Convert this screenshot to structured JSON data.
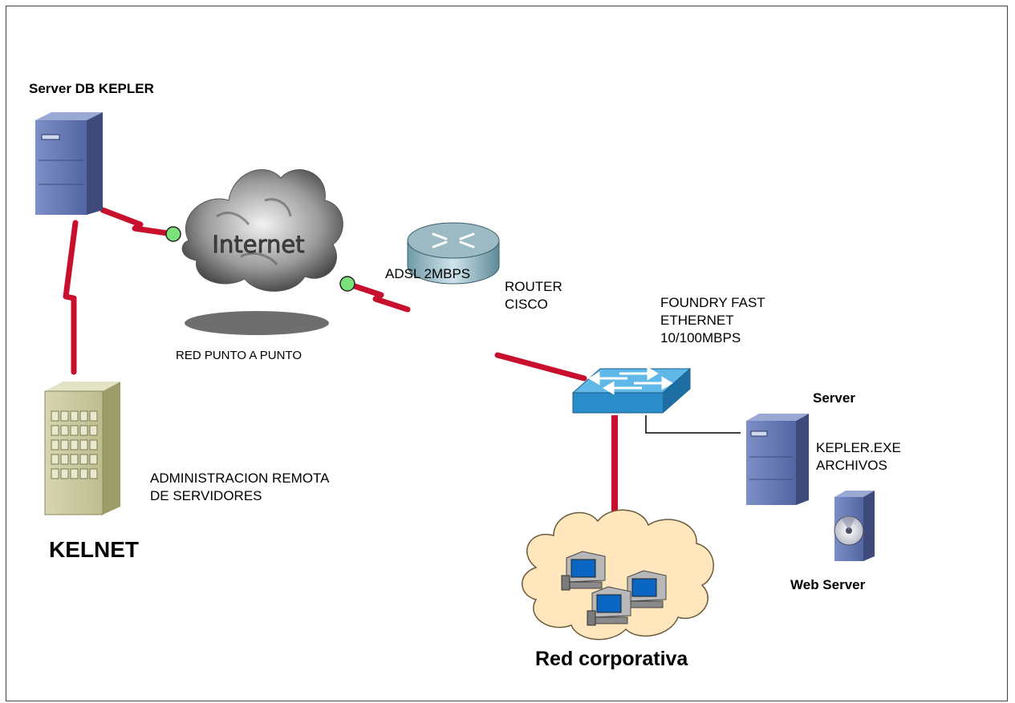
{
  "labels": {
    "server_db": "Server DB KEPLER",
    "internet": "Internet",
    "red_punto": "RED PUNTO A PUNTO",
    "adsl": "ADSL 2MBPS",
    "router_line1": "ROUTER",
    "router_line2": "CISCO",
    "foundry_line1": "FOUNDRY FAST",
    "foundry_line2": "ETHERNET",
    "foundry_line3": "10/100MBPS",
    "server": "Server",
    "kepler_exe": "KEPLER.EXE",
    "archivos": "ARCHIVOS",
    "web_server": "Web Server",
    "admin_line1": "ADMINISTRACION REMOTA",
    "admin_line2": "DE  SERVIDORES",
    "kelnet": "KELNET",
    "red_corporativa": "Red corporativa"
  },
  "colors": {
    "link": "#c8102e",
    "endpoint": "#7be27b",
    "server_body": "#5b6ea8",
    "switch_top": "#5fb8e8",
    "building": "#c9c9a0"
  },
  "icons": [
    "server-icon",
    "cloud-icon",
    "router-icon",
    "switch-icon",
    "building-icon",
    "cd-server-icon",
    "workstation-icon"
  ]
}
